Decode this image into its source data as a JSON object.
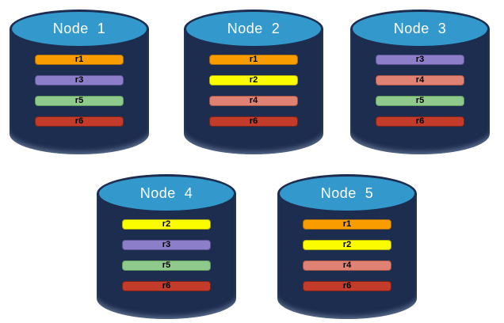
{
  "diagram": {
    "colors": {
      "background": "#FFFFFF",
      "cylinder_body": "#1C2D4F",
      "cylinder_top": "#3399CD",
      "title_text": "#FFFFFF",
      "replica_text": "#000000"
    },
    "replica_colors": {
      "r1": {
        "fill": "#F99C00",
        "border": "#A96C00"
      },
      "r2": {
        "fill": "#FCFC00",
        "border": "#AFAF00"
      },
      "r3": {
        "fill": "#8C7EC8",
        "border": "#5F5493"
      },
      "r4": {
        "fill": "#DF8274",
        "border": "#A65546"
      },
      "r5": {
        "fill": "#8FC98C",
        "border": "#5F9B5E"
      },
      "r6": {
        "fill": "#C23B2B",
        "border": "#7E2318"
      }
    },
    "nodes": [
      {
        "title": "Node  1",
        "replicas": [
          "r1",
          "r3",
          "r5",
          "r6"
        ]
      },
      {
        "title": "Node  2",
        "replicas": [
          "r1",
          "r2",
          "r4",
          "r6"
        ]
      },
      {
        "title": "Node  3",
        "replicas": [
          "r3",
          "r4",
          "r5",
          "r6"
        ]
      },
      {
        "title": "Node  4",
        "replicas": [
          "r2",
          "r3",
          "r5",
          "r6"
        ]
      },
      {
        "title": "Node  5",
        "replicas": [
          "r1",
          "r2",
          "r4",
          "r6"
        ]
      }
    ]
  }
}
